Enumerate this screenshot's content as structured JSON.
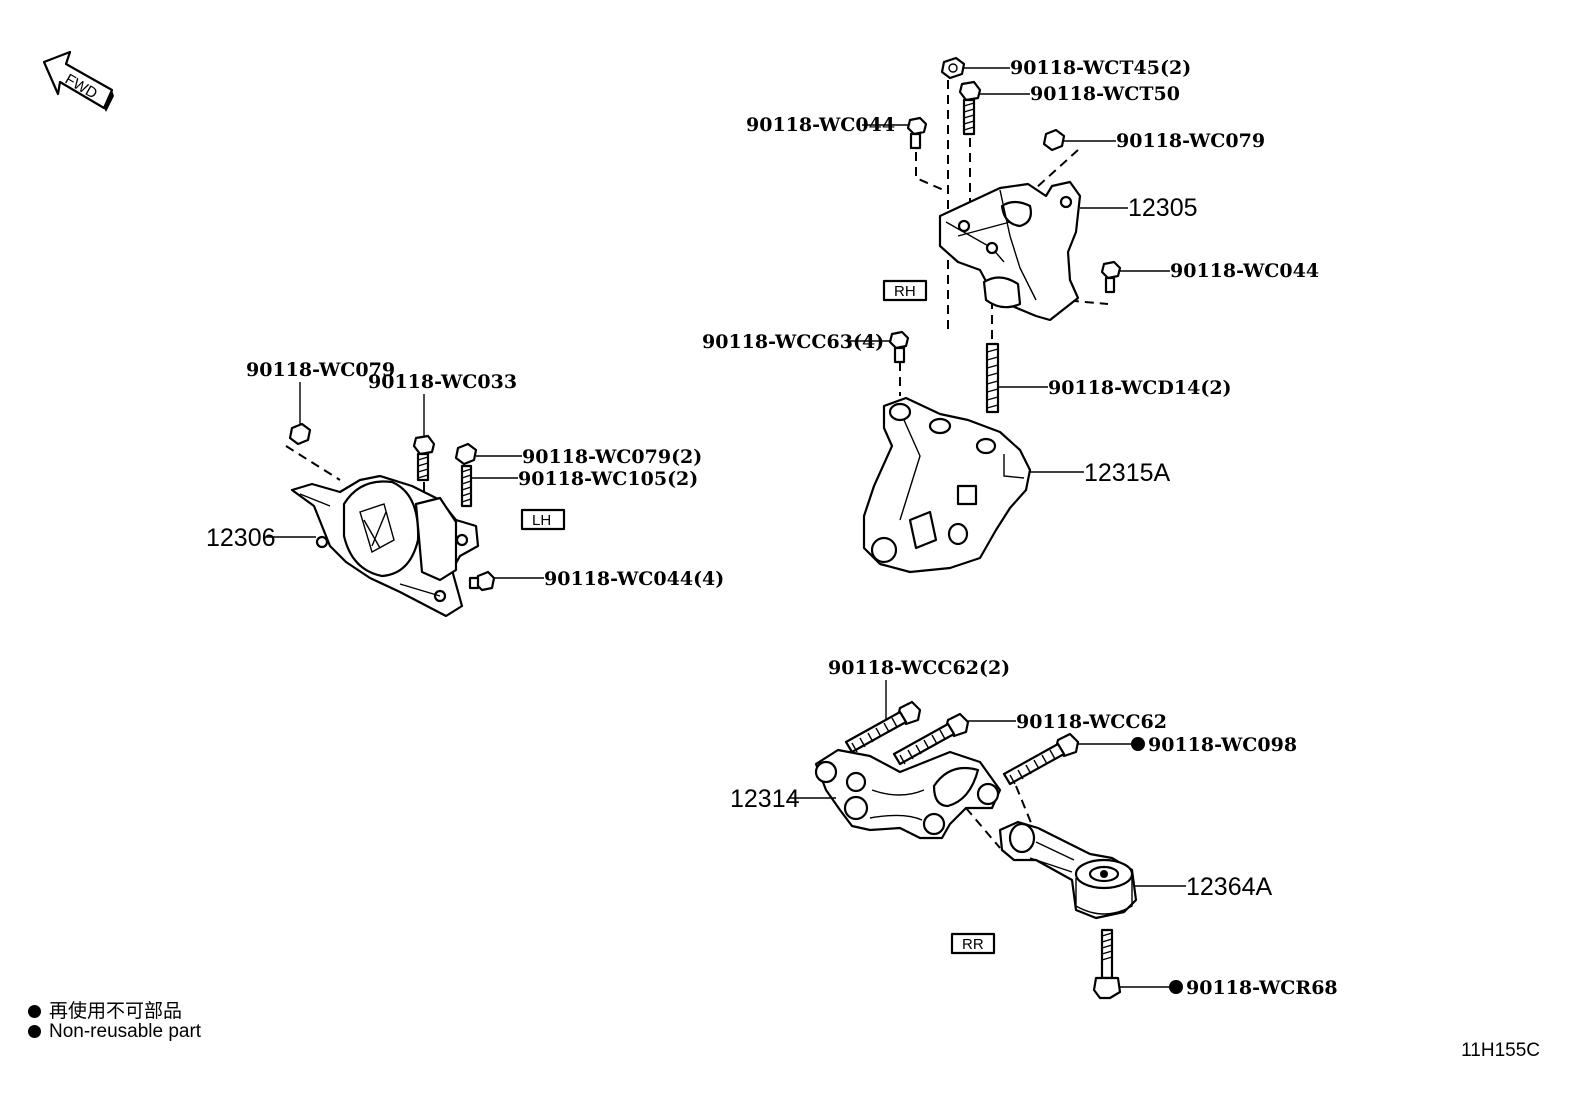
{
  "drawing_code": "11H155C",
  "fwd_label": "FWD",
  "legend": {
    "line1": "再使用不可部品",
    "line2": "Non-reusable part"
  },
  "groups": {
    "rh": "RH",
    "lh": "LH",
    "rr": "RR"
  },
  "labels": {
    "rh_wct45": "90118-WCT45(2)",
    "rh_wct50": "90118-WCT50",
    "rh_wc044_top": "90118-WC044",
    "rh_wc079": "90118-WC079",
    "rh_12305": "12305",
    "rh_wc044_side": "90118-WC044",
    "rh_wcc63": "90118-WCC63(4)",
    "rh_wcd14": "90118-WCD14(2)",
    "rh_12315a": "12315A",
    "lh_wc079": "90118-WC079",
    "lh_wc033": "90118-WC033",
    "lh_wc079_2": "90118-WC079(2)",
    "lh_wc105": "90118-WC105(2)",
    "lh_12306": "12306",
    "lh_wc044_4": "90118-WC044(4)",
    "rr_wcc62_2": "90118-WCC62(2)",
    "rr_wcc62": "90118-WCC62",
    "rr_wc098": "90118-WC098",
    "rr_12314": "12314",
    "rr_12364a": "12364A",
    "rr_wcr68": "90118-WCR68"
  },
  "icons": {
    "fwd": "fwd-arrow-icon",
    "nonreusable": "filled-circle-icon"
  }
}
